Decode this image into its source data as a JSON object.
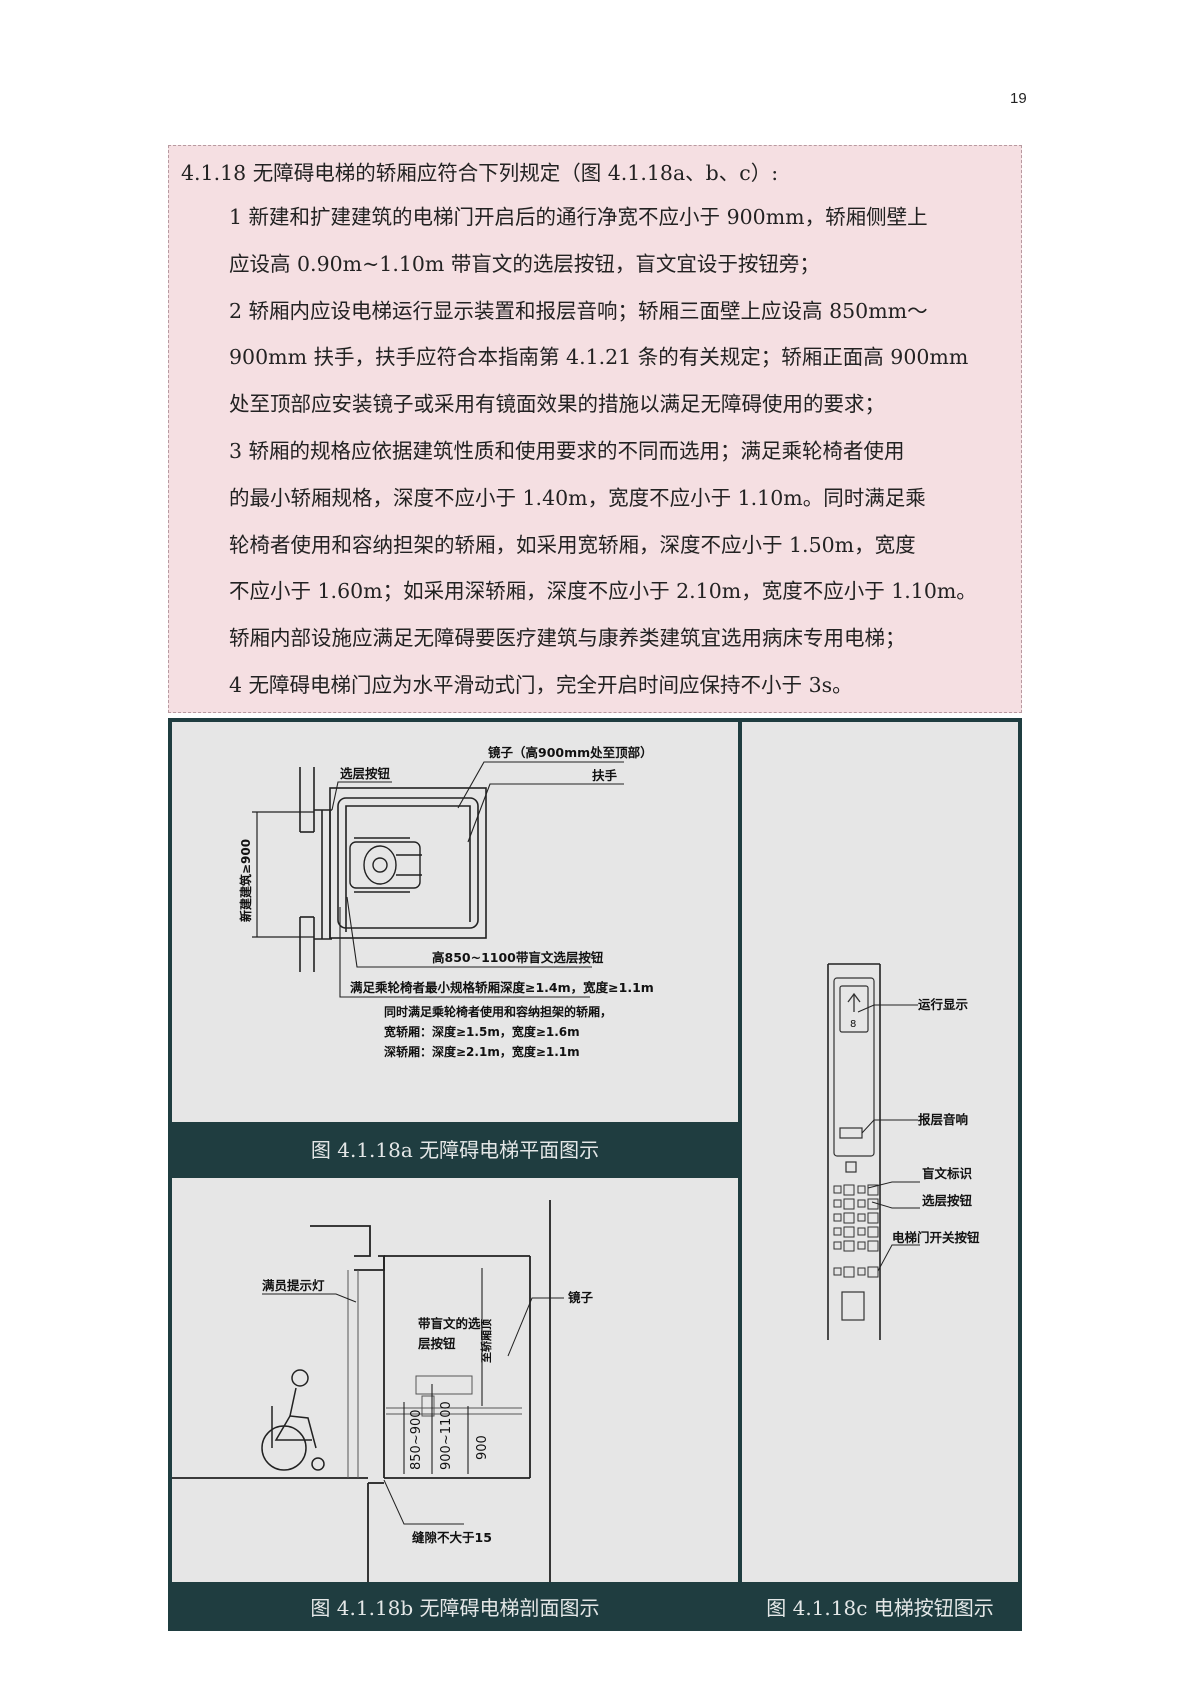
{
  "page_number": "19",
  "rule": {
    "title": "4.1.18  无障碍电梯的轿厢应符合下列规定（图 4.1.18a、b、c）:",
    "lines": [
      "1 新建和扩建建筑的电梯门开启后的通行净宽不应小于 900mm，轿厢侧壁上",
      "应设高 0.90m~1.10m 带盲文的选层按钮，盲文宜设于按钮旁；",
      "2 轿厢内应设电梯运行显示装置和报层音响；轿厢三面壁上应设高 850mm～",
      "900mm 扶手，扶手应符合本指南第 4.1.21 条的有关规定；轿厢正面高 900mm",
      "处至顶部应安装镜子或采用有镜面效果的措施以满足无障碍使用的要求；",
      "3 轿厢的规格应依据建筑性质和使用要求的不同而选用；满足乘轮椅者使用",
      "的最小轿厢规格，深度不应小于 1.40m，宽度不应小于 1.10m。同时满足乘",
      "轮椅者使用和容纳担架的轿厢，如采用宽轿厢，深度不应小于 1.50m，宽度",
      "不应小于 1.60m；如采用深轿厢，深度不应小于 2.10m，宽度不应小于 1.10m。",
      "轿厢内部设施应满足无障碍要医疗建筑与康养类建筑宜选用病床专用电梯；",
      "4 无障碍电梯门应为水平滑动式门，完全开启时间应保持不小于 3s。"
    ]
  },
  "figures": {
    "a": {
      "caption": "图 4.1.18a  无障碍电梯平面图示",
      "labels": {
        "floor_button": "选层按钮",
        "mirror": "镜子（高900mm处至顶部）",
        "handrail": "扶手",
        "door_width": "新建建筑≥900",
        "braille_button": "高850~1100带盲文选层按钮",
        "min_car": "满足乘轮椅者最小规格轿厢深度≥1.4m，宽度≥1.1m",
        "stretcher": "同时满足乘轮椅者使用和容纳担架的轿厢，",
        "wide_car": "宽轿厢：深度≥1.5m，宽度≥1.6m",
        "deep_car": "深轿厢：深度≥2.1m，宽度≥1.1m"
      }
    },
    "b": {
      "caption": "图 4.1.18b  无障碍电梯剖面图示",
      "labels": {
        "full_load_light": "满员提示灯",
        "mirror": "镜子",
        "braille_button_1": "带盲文的选",
        "braille_button_2": "层按钮",
        "to_top": "至轿厢顶",
        "dim_850_900": "850~900",
        "dim_900_1100": "900~1100",
        "dim_900": "900",
        "gap": "缝隙不大于15"
      }
    },
    "c": {
      "caption": "图 4.1.18c  电梯按钮图示",
      "labels": {
        "display": "运行显示",
        "sound": "报层音响",
        "braille": "盲文标识",
        "floor_button": "选层按钮",
        "door_button": "电梯门开关按钮",
        "display_digit": "8"
      }
    }
  },
  "colors": {
    "frame": "#1f3d40",
    "figure_bg": "#e6e6e6",
    "rule_bg": "#f5dfe2"
  }
}
